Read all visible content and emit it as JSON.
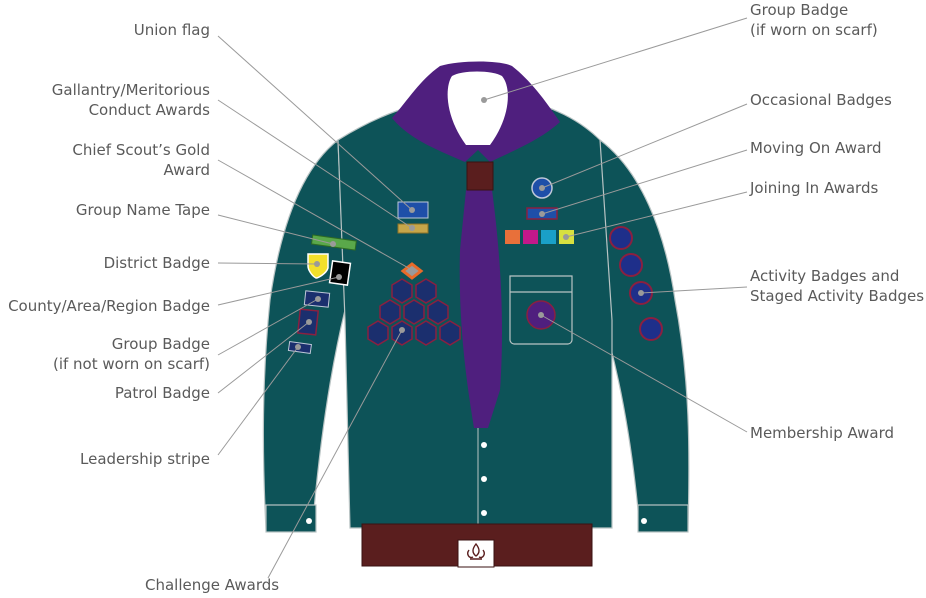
{
  "labels": {
    "union_flag": "Union flag",
    "gallantry": [
      "Gallantry/Meritorious",
      "Conduct Awards"
    ],
    "chief_scout": [
      "Chief Scout’s Gold",
      "Award"
    ],
    "group_name_tape": "Group Name Tape",
    "district_badge": "District Badge",
    "county_badge": "County/Area/Region Badge",
    "group_badge_not_scarf": [
      "Group Badge",
      "(if not worn on scarf)"
    ],
    "patrol_badge": "Patrol Badge",
    "leadership_stripe": "Leadership stripe",
    "challenge_awards": "Challenge Awards",
    "group_badge_scarf": [
      "Group Badge",
      "(if worn on scarf)"
    ],
    "occasional_badges": "Occasional Badges",
    "moving_on_award": "Moving On Award",
    "joining_in_awards": "Joining In Awards",
    "activity_badges": [
      "Activity Badges and",
      "Staged Activity Badges"
    ],
    "membership_award": "Membership Award"
  },
  "colors": {
    "shirt": "#0d5358",
    "shirt_outline": "#b9c4c4",
    "scarf": "#4f1f7e",
    "woggle": "#5a1e1e",
    "belt": "#5a1e1e",
    "badge_navy": "#1b2f6e",
    "badge_border": "#8a2040",
    "leader_line": "#9a9a9a",
    "dot": "#9a9a9a",
    "text": "#5a5a5a"
  },
  "icons": [
    "fleur-de-lis-icon"
  ]
}
